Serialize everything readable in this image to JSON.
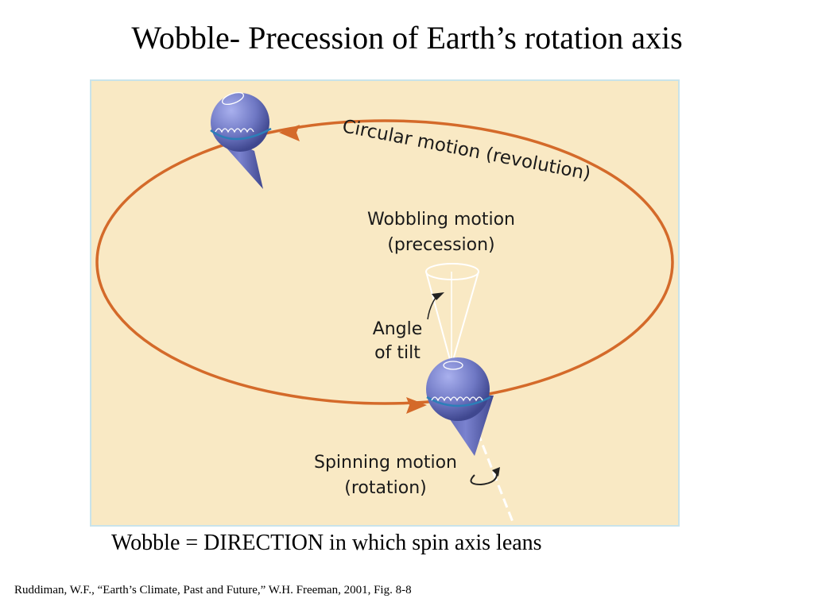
{
  "slide": {
    "title": "Wobble- Precession of Earth’s rotation axis",
    "caption": "Wobble = DIRECTION in which spin axis leans",
    "citation": "Ruddiman, W.F., “Earth’s Climate, Past and Future,” W.H. Freeman, 2001, Fig. 8-8"
  },
  "diagram": {
    "revolution_label": "Circular motion (revolution)",
    "precession_label_line1": "Wobbling motion",
    "precession_label_line2": "(precession)",
    "tilt_label_line1": "Angle",
    "tilt_label_line2": "of tilt",
    "rotation_label_line1": "Spinning motion",
    "rotation_label_line2": "(rotation)",
    "colors": {
      "background": "#f9e9c4",
      "orbit": "#d46a2a",
      "earth": "#6f78c4",
      "earth_dark": "#3f478f"
    }
  }
}
